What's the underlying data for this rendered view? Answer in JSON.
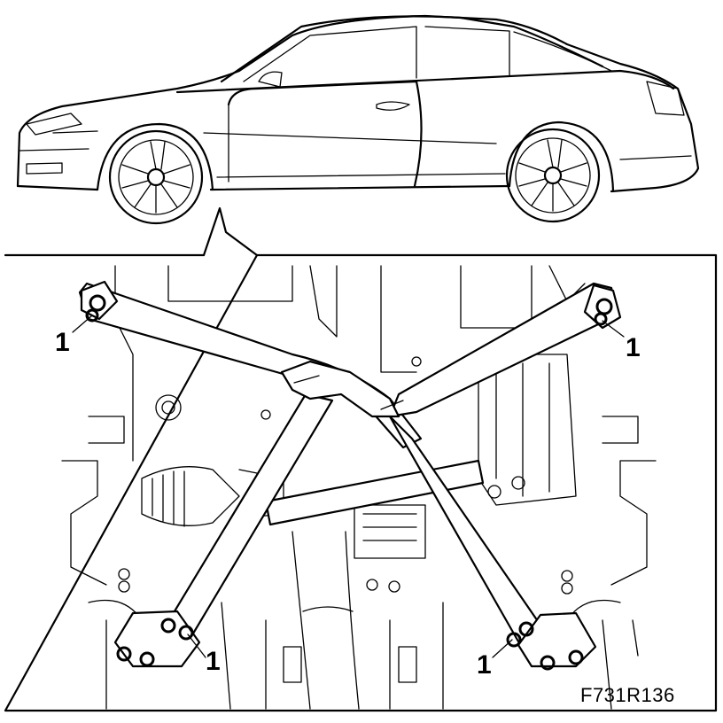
{
  "callouts": {
    "top_left": "1",
    "top_right": "1",
    "bottom_left": "1",
    "bottom_right": "1"
  },
  "figure_code": "F731R136"
}
